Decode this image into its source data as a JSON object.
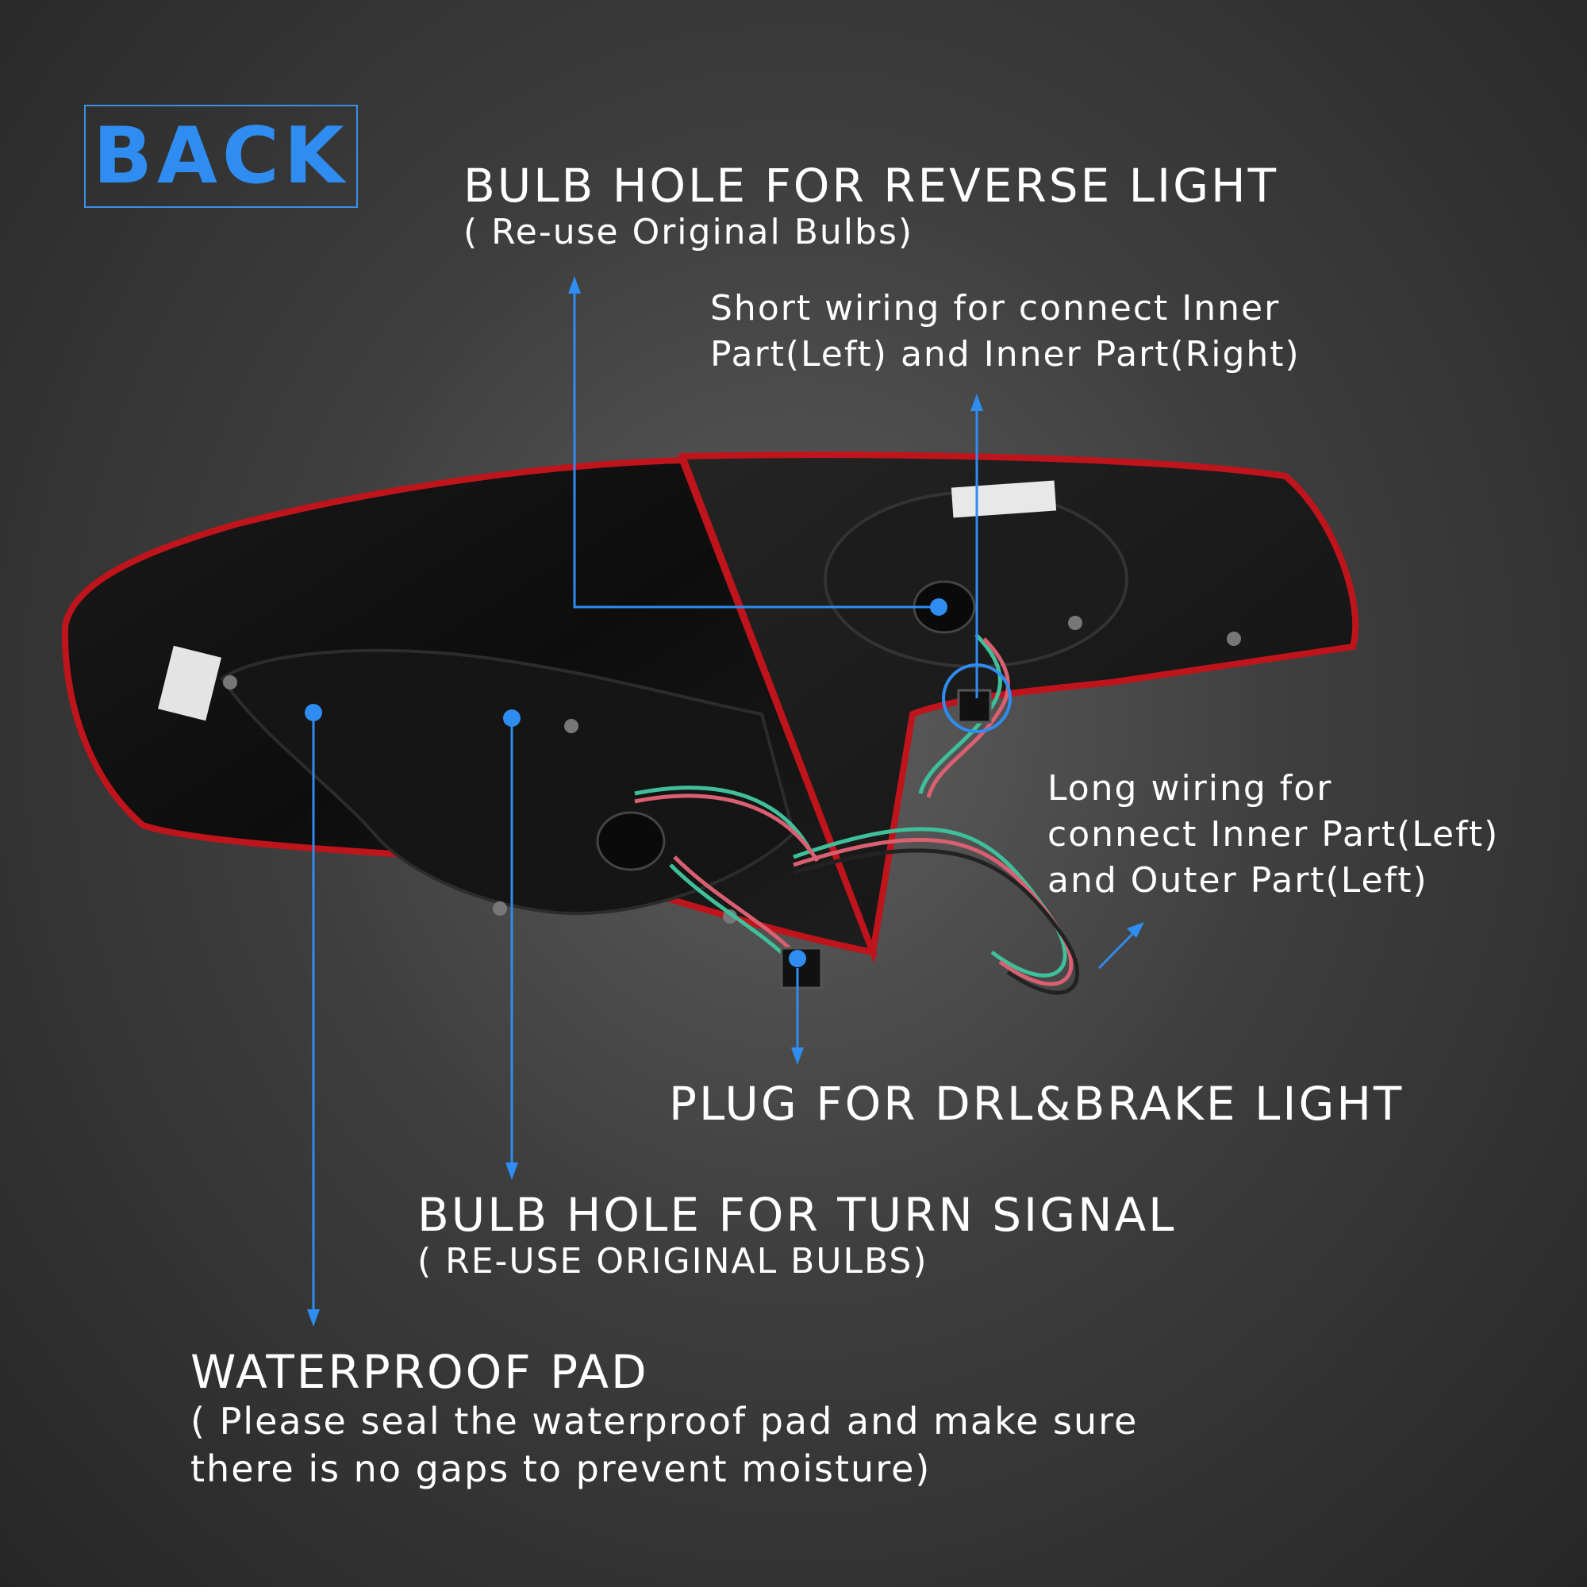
{
  "badge": {
    "text": "BACK"
  },
  "callouts": {
    "reverse": {
      "title": "BULB HOLE FOR REVERSE LIGHT",
      "subtitle": "( Re-use Original Bulbs)"
    },
    "short_wiring": {
      "line1": "Short wiring for connect Inner",
      "line2": "Part(Left) and Inner Part(Right)"
    },
    "long_wiring": {
      "line1": "Long wiring for",
      "line2": "connect Inner Part(Left)",
      "line3": "and Outer Part(Left)"
    },
    "plug": {
      "title": "PLUG FOR DRL&BRAKE LIGHT"
    },
    "turn": {
      "title": "BULB HOLE FOR TURN SIGNAL",
      "subtitle": "( RE-USE ORIGINAL BULBS)"
    },
    "waterproof": {
      "title": "WATERPROOF PAD",
      "line1": "( Please seal the waterproof pad and make sure",
      "line2": "there is no gaps to prevent moisture)"
    }
  },
  "colors": {
    "accent": "#2f8cf0",
    "text": "#ffffff",
    "housing_trim": "#c0141c"
  },
  "icons": [
    "callout-dot-icon",
    "arrow-up-icon",
    "arrow-down-icon"
  ]
}
